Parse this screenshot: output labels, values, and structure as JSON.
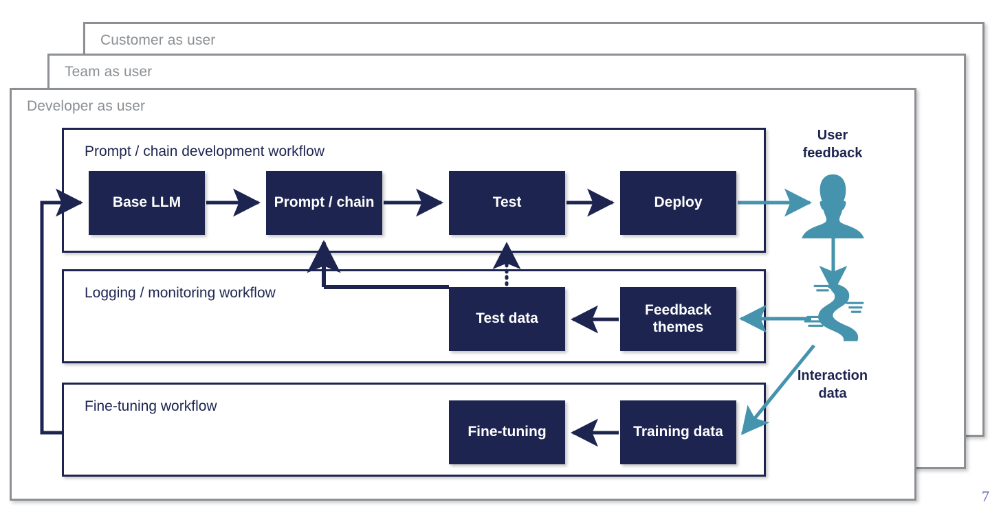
{
  "frames": [
    {
      "id": "customer",
      "label": "Customer as user"
    },
    {
      "id": "team",
      "label": "Team as user"
    },
    {
      "id": "developer",
      "label": "Developer as user"
    }
  ],
  "workflows": [
    {
      "id": "prompt-chain",
      "label": "Prompt / chain development workflow"
    },
    {
      "id": "logging-monitoring",
      "label": "Logging / monitoring workflow"
    },
    {
      "id": "fine-tuning",
      "label": "Fine-tuning workflow"
    }
  ],
  "nodes": {
    "base_llm": "Base LLM",
    "prompt_chain": "Prompt /\nchain",
    "test": "Test",
    "deploy": "Deploy",
    "test_data": "Test data",
    "feedback_themes": "Feedback\nthemes",
    "fine_tuning": "Fine-tuning",
    "training_data": "Training data"
  },
  "captions": {
    "user_feedback": "User\nfeedback",
    "interaction_data": "Interaction\ndata"
  },
  "icons": {
    "user": "user-silhouette-icon",
    "river": "river-stream-icon"
  },
  "corner": {
    "page_mark": "7"
  },
  "colors": {
    "navy": "#1d2450",
    "teal": "#4693ae",
    "frame_gray": "#8c9094",
    "frame_label_gray": "#8b8f93",
    "background": "#ffffff"
  },
  "flows": {
    "solid_navy": [
      "Base LLM -> Prompt / chain",
      "Prompt / chain -> Test",
      "Test -> Deploy",
      "Feedback themes -> Test data",
      "Test data -> Prompt / chain",
      "Training data -> Fine-tuning",
      "Fine-tuning workflow -> Base LLM"
    ],
    "dotted_navy": [
      "Test data -> Test"
    ],
    "teal": [
      "Deploy -> User",
      "User -> Interaction data",
      "Interaction data -> Feedback themes",
      "Interaction data -> Training data"
    ]
  }
}
